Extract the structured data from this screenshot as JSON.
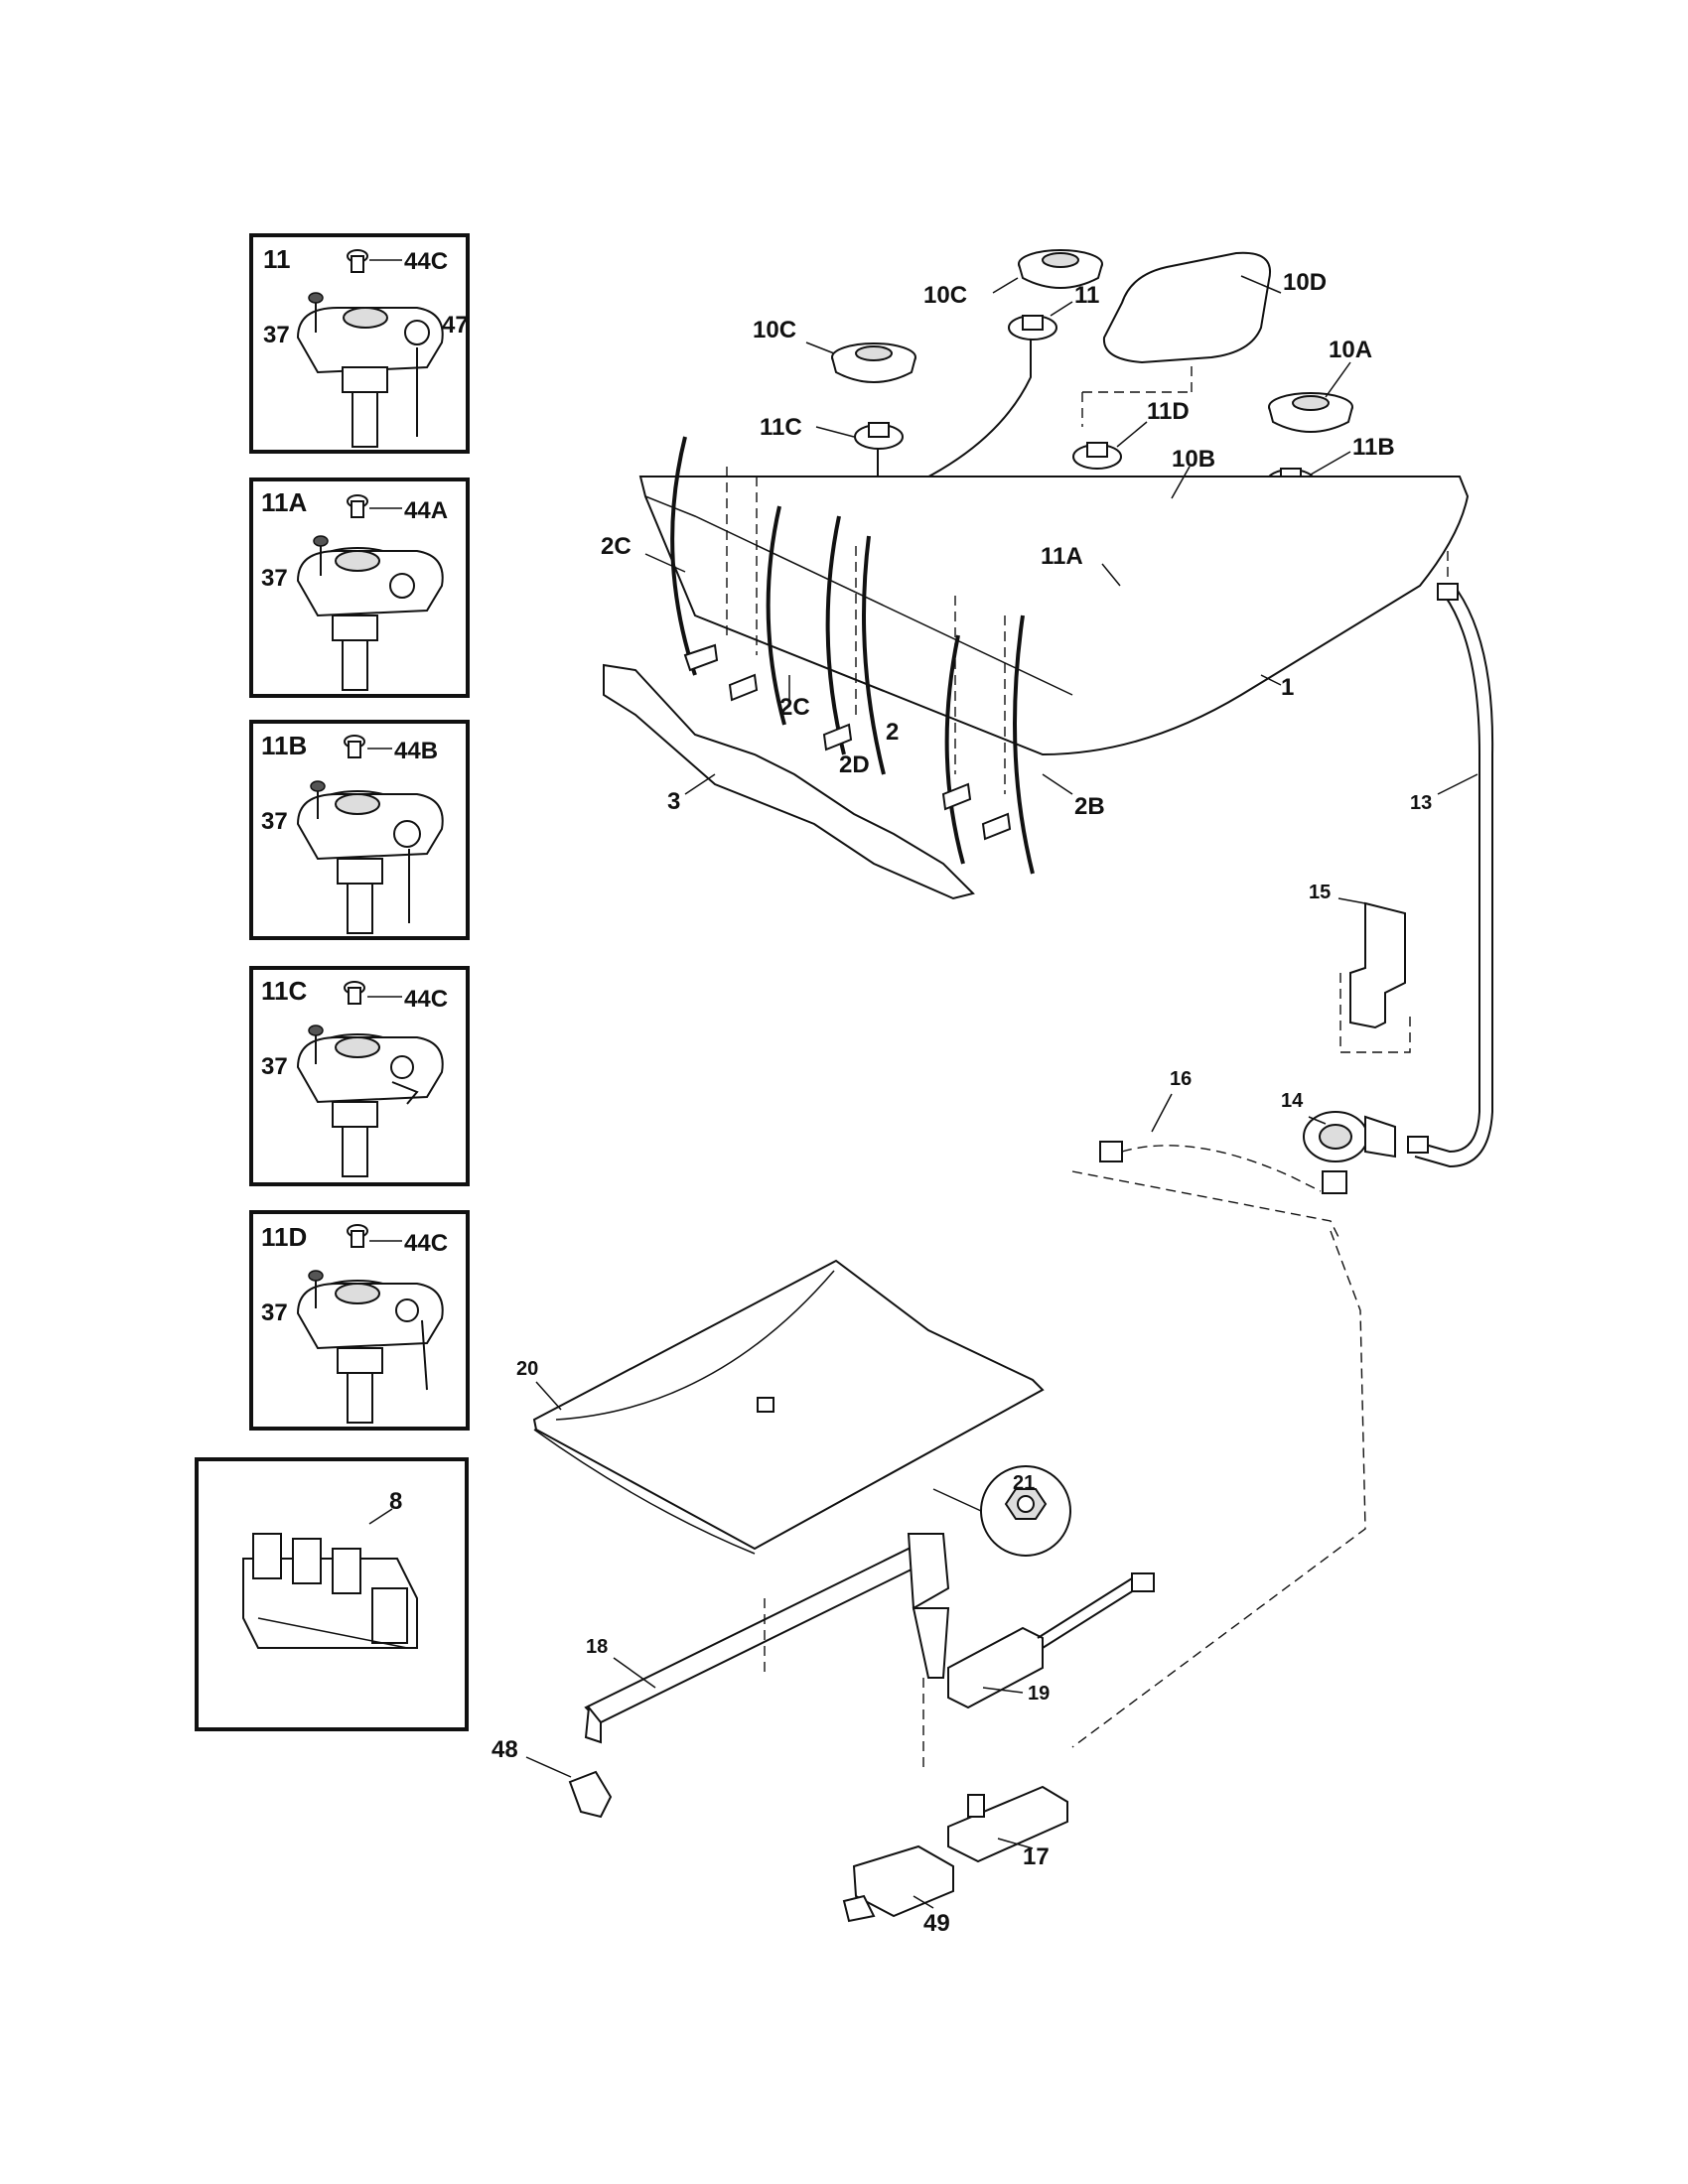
{
  "inset_boxes": [
    {
      "title": "11",
      "screw": "37",
      "cap": "44C",
      "extra": "47"
    },
    {
      "title": "11A",
      "screw": "37",
      "cap": "44A"
    },
    {
      "title": "11B",
      "screw": "37",
      "cap": "44B"
    },
    {
      "title": "11C",
      "screw": "37",
      "cap": "44C"
    },
    {
      "title": "11D",
      "screw": "37",
      "cap": "44C"
    },
    {
      "title": "",
      "part": "8"
    }
  ],
  "callouts": {
    "c10C_top": "10C",
    "c11_top": "11",
    "c10D": "10D",
    "c10C_left": "10C",
    "c10A": "10A",
    "c11C": "11C",
    "c11D": "11D",
    "c11B": "11B",
    "c10B": "10B",
    "c11A": "11A",
    "c2C_left": "2C",
    "c2C_mid": "2C",
    "c2D": "2D",
    "c2": "2",
    "c1": "1",
    "c3": "3",
    "c2B": "2B",
    "c13": "13",
    "c15": "15",
    "c14": "14",
    "c16": "16",
    "c20": "20",
    "c21": "21",
    "c18": "18",
    "c19": "19",
    "c48": "48",
    "c17": "17",
    "c49": "49"
  }
}
